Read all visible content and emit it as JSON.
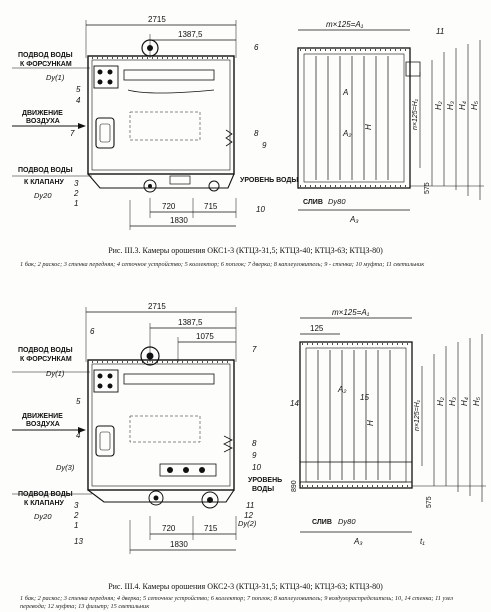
{
  "fig1": {
    "dims": {
      "total": "2715",
      "half": "1387,5",
      "d720": "720",
      "d715": "715",
      "d1830": "1830"
    },
    "labels": {
      "supply_nozzles_1": "ПОДВОД ВОДЫ",
      "supply_nozzles_2": "К ФОРСУНКАМ",
      "dy1": "Dу(1)",
      "air_1": "ДВИЖЕНИЕ",
      "air_2": "ВОЗДУХА",
      "supply_valve_1": "ПОДВОД ВОДЫ",
      "supply_valve_2": "К КЛАПАНУ",
      "dy20": "Dу20",
      "water_level": "УРОВЕНЬ ВОДЫ",
      "drain": "СЛИВ",
      "dy80": "Dу80"
    },
    "numbers": [
      "1",
      "2",
      "3",
      "4",
      "5",
      "6",
      "7",
      "8",
      "9",
      "10",
      "11"
    ],
    "side": {
      "top": "m×125=A₁",
      "h1": "n×125=H₁",
      "H": "H",
      "H2": "H₂",
      "H3": "H₃",
      "H4": "H₄",
      "H5": "H₅",
      "A": "A",
      "A2": "A₂",
      "A3": "A₃",
      "d575": "575"
    },
    "caption": "Рис. III.3. Камеры орошения ОКС1-3 (КТЦЗ-31,5; КТЦЗ-40; КТЦЗ-63; КТЦЗ-80)",
    "legend": "1 бак; 2 раскос; 3 стенка передняя; 4 сеточное устройство; 5 коллектор; 6 поплок; 7 дверка; 8 каплеуловитель; 9 - стенка; 10 муфта; 11 светильник"
  },
  "fig2": {
    "dims": {
      "total": "2715",
      "half": "1387,5",
      "d1075": "1075",
      "d720": "720",
      "d715": "715",
      "d1830": "1830"
    },
    "labels": {
      "supply_nozzles_1": "ПОДВОД ВОДЫ",
      "supply_nozzles_2": "К ФОРСУНКАМ",
      "dy1": "Dу(1)",
      "air_1": "ДВИЖЕНИЕ",
      "air_2": "ВОЗДУХА",
      "dy3": "Dу(3)",
      "supply_valve_1": "ПОДВОД ВОДЫ",
      "supply_valve_2": "К КЛАПАНУ",
      "dy20": "Dу20",
      "dy2": "Dу(2)",
      "water_level_1": "УРОВЕНЬ",
      "water_level_2": "ВОДЫ",
      "drain": "СЛИВ",
      "dy80": "Dу80"
    },
    "numbers": [
      "1",
      "2",
      "3",
      "4",
      "5",
      "6",
      "7",
      "8",
      "9",
      "10",
      "11",
      "12",
      "13",
      "14",
      "15"
    ],
    "side": {
      "top": "m×125=A₁",
      "d125": "125",
      "h1": "n×125=H₁",
      "H": "H",
      "H2": "H₂",
      "H3": "H₃",
      "H4": "H₄",
      "H5": "H₅",
      "A2": "A₂",
      "A3": "A₃",
      "d575": "575",
      "d890": "890",
      "t1": "t₁"
    },
    "caption": "Рис. III.4. Камеры орошения ОКС2-3 (КТЦЗ-31,5; КТЦЗ-40; КТЦЗ-63; КТЦЗ-80)",
    "legend": "1 бак; 2 раскос; 3 стенка передняя; 4 дверка; 5 сеточное устройство; 6 коллектор; 7 поплок; 8 каплеуловитель; 9 воздухораспределитель; 10, 14 стенка; 11 узел перевода; 12 муфта; 13 фильтр; 15 светильник"
  }
}
